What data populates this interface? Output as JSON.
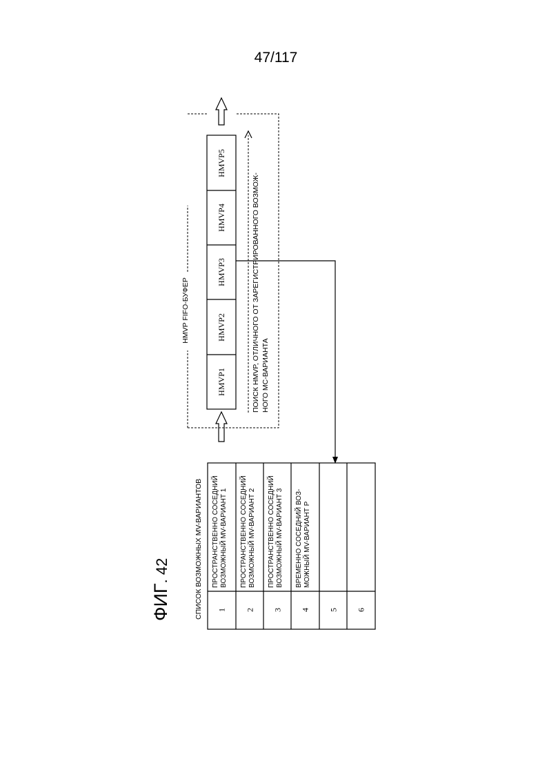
{
  "page_number": "47/117",
  "figure": {
    "prefix": "ФИГ",
    "number": ". 42"
  },
  "candidate_list": {
    "title": "СПИСОК ВОЗМОЖНЫХ MV-ВАРИАНТОВ",
    "rows": [
      {
        "index": "1",
        "lines": [
          "ПРОСТРАНСТВЕННО СОСЕДНИЙ",
          "ВОЗМОЖНЫЙ MV-ВАРИАНТ 1"
        ]
      },
      {
        "index": "2",
        "lines": [
          "ПРОСТРАНСТВЕННО СОСЕДНИЙ",
          "ВОЗМОЖНЫЙ MV-ВАРИАНТ 2"
        ]
      },
      {
        "index": "3",
        "lines": [
          "ПРОСТРАНСТВЕННО СОСЕДНИЙ",
          "ВОЗМОЖНЫЙ MV-ВАРИАНТ 3"
        ]
      },
      {
        "index": "4",
        "lines": [
          "ВРЕМЕННО СОСЕДНИЙ ВОЗ-",
          "МОЖНЫЙ MV-ВАРИАНТ P"
        ]
      },
      {
        "index": "5",
        "lines": []
      },
      {
        "index": "6",
        "lines": []
      }
    ]
  },
  "fifo_buffer": {
    "title": "HMVP FIFO-БУФЕР",
    "cells": [
      "HMVP1",
      "HMVP2",
      "HMVP3",
      "HMVP4",
      "HMVP5"
    ],
    "search_label": [
      "ПОИСК HMVP, ОТЛИЧНОГО ОТ ЗАРЕГИСТРИРОВАННОГО ВОЗМОЖ-",
      "НОГО MC-ВАРИАНТА"
    ]
  }
}
